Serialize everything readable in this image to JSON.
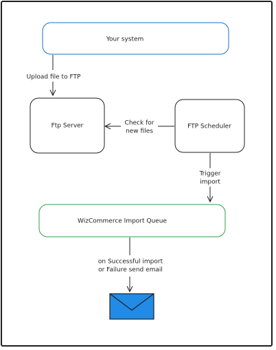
{
  "nodes": {
    "your_system": "Your system",
    "ftp_server": "Ftp Server",
    "ftp_scheduler": "FTP Scheduler",
    "import_queue": "WizCommerce Import Queue"
  },
  "edges": {
    "upload": [
      "Upload file to FTP"
    ],
    "check": [
      "Check for",
      "new files"
    ],
    "trigger": [
      "Trigger",
      "import"
    ],
    "notify": [
      "on Successful import",
      "or Failure send email"
    ]
  },
  "colors": {
    "stroke": "#1e1e1e",
    "your_system_stroke": "#1971c2",
    "import_queue_stroke": "#2f9e44",
    "email_fill": "#228be6"
  },
  "icons": {
    "email": "envelope-icon"
  }
}
